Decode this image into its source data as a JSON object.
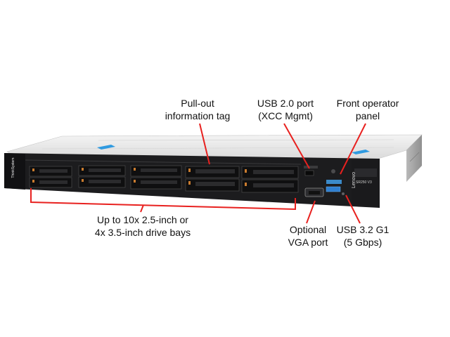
{
  "callouts": {
    "pullout_tag": [
      "Pull-out",
      "information tag"
    ],
    "usb20": [
      "USB 2.0 port",
      "(XCC Mgmt)"
    ],
    "front_operator": [
      "Front operator",
      "panel"
    ],
    "drive_bays": [
      "Up to 10x 2.5-inch or",
      "4x 3.5-inch drive bays"
    ],
    "vga": [
      "Optional",
      "VGA port"
    ],
    "usb32": [
      "USB 3.2 G1",
      "(5 Gbps)"
    ]
  },
  "device": {
    "brand_vertical": "ThinkSystem",
    "brand_logo": "Lenovo",
    "model_badge": "SR250 V3"
  },
  "colors": {
    "callout_red": "#e8211f",
    "chassis_dark": "#1c1c1e",
    "chassis_top": "#e6e6e6",
    "accent_blue": "#2f9ae0"
  }
}
